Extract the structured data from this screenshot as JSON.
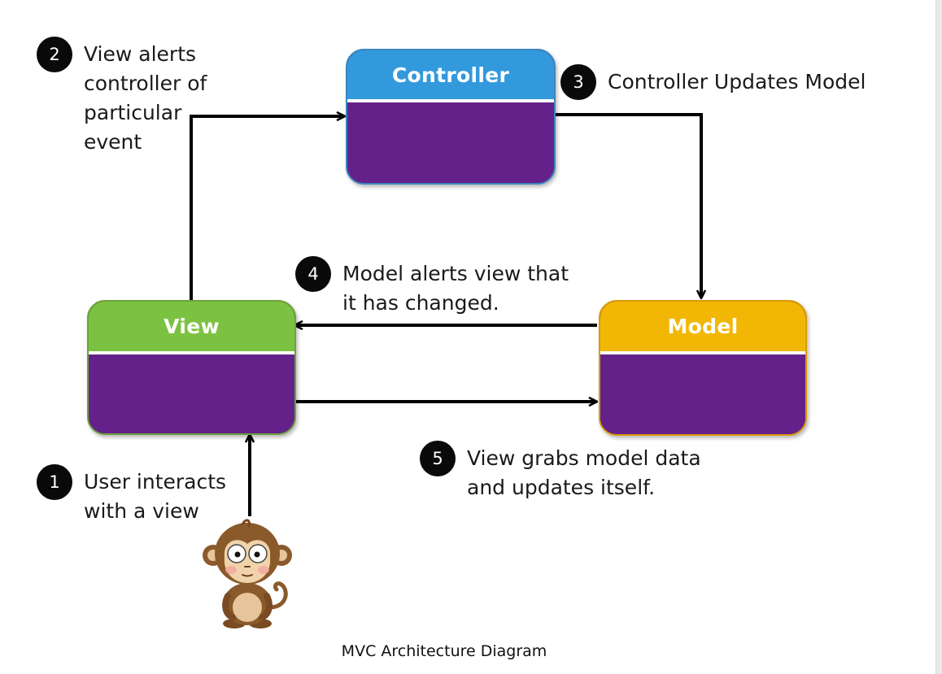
{
  "boxes": {
    "controller": {
      "label": "Controller"
    },
    "view": {
      "label": "View"
    },
    "model": {
      "label": "Model"
    }
  },
  "steps": [
    {
      "number": "1",
      "lines": [
        "User interacts",
        "with a view"
      ]
    },
    {
      "number": "2",
      "lines": [
        "View alerts",
        "controller of",
        "particular",
        "event"
      ]
    },
    {
      "number": "3",
      "lines": [
        "Controller Updates Model"
      ]
    },
    {
      "number": "4",
      "lines": [
        "Model alerts view that",
        "it has changed."
      ]
    },
    {
      "number": "5",
      "lines": [
        "View grabs model data",
        "and updates itself."
      ]
    }
  ],
  "caption": "MVC Architecture Diagram",
  "colors": {
    "controller_header": "#3399dd",
    "view_header": "#7cc242",
    "model_header": "#f2b705",
    "box_body": "#65218a",
    "badge": "#0a0a0a"
  },
  "icons": {
    "user": "monkey-icon"
  }
}
